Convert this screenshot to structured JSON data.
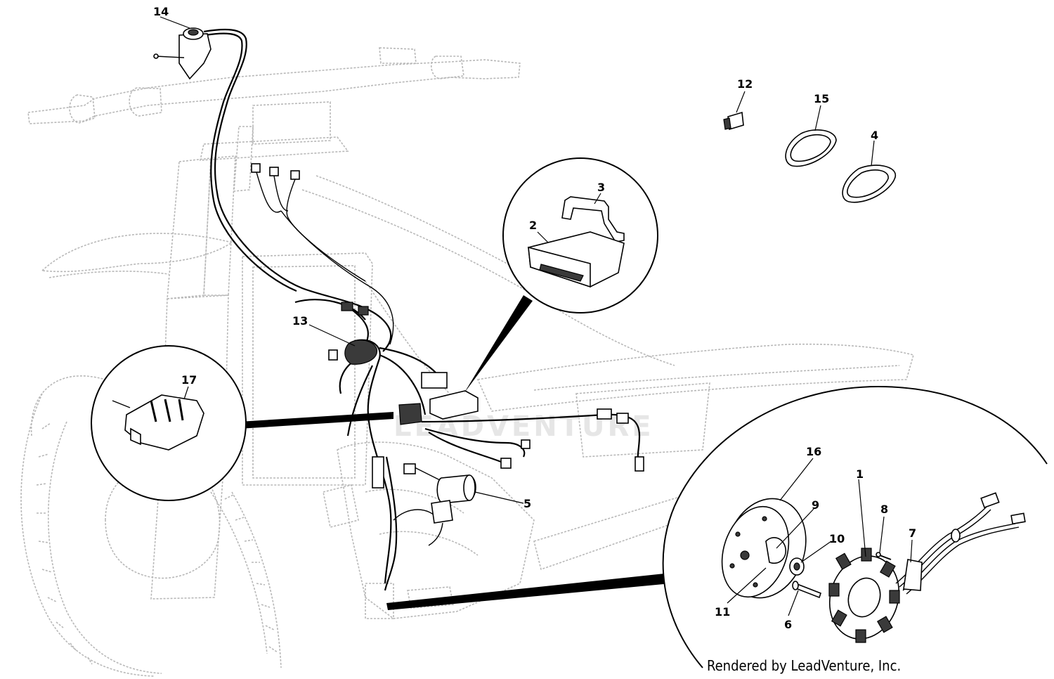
{
  "diagram": {
    "credit": "Rendered by LeadVenture, Inc.",
    "watermark": "LEADVENTURE",
    "callouts": [
      {
        "id": "1",
        "label": "1"
      },
      {
        "id": "2",
        "label": "2"
      },
      {
        "id": "3",
        "label": "3"
      },
      {
        "id": "4",
        "label": "4"
      },
      {
        "id": "5",
        "label": "5"
      },
      {
        "id": "6",
        "label": "6"
      },
      {
        "id": "7",
        "label": "7"
      },
      {
        "id": "8",
        "label": "8"
      },
      {
        "id": "9",
        "label": "9"
      },
      {
        "id": "10",
        "label": "10"
      },
      {
        "id": "11",
        "label": "11"
      },
      {
        "id": "12",
        "label": "12"
      },
      {
        "id": "13",
        "label": "13"
      },
      {
        "id": "14",
        "label": "14"
      },
      {
        "id": "15",
        "label": "15"
      },
      {
        "id": "16",
        "label": "16"
      },
      {
        "id": "17",
        "label": "17"
      }
    ]
  }
}
